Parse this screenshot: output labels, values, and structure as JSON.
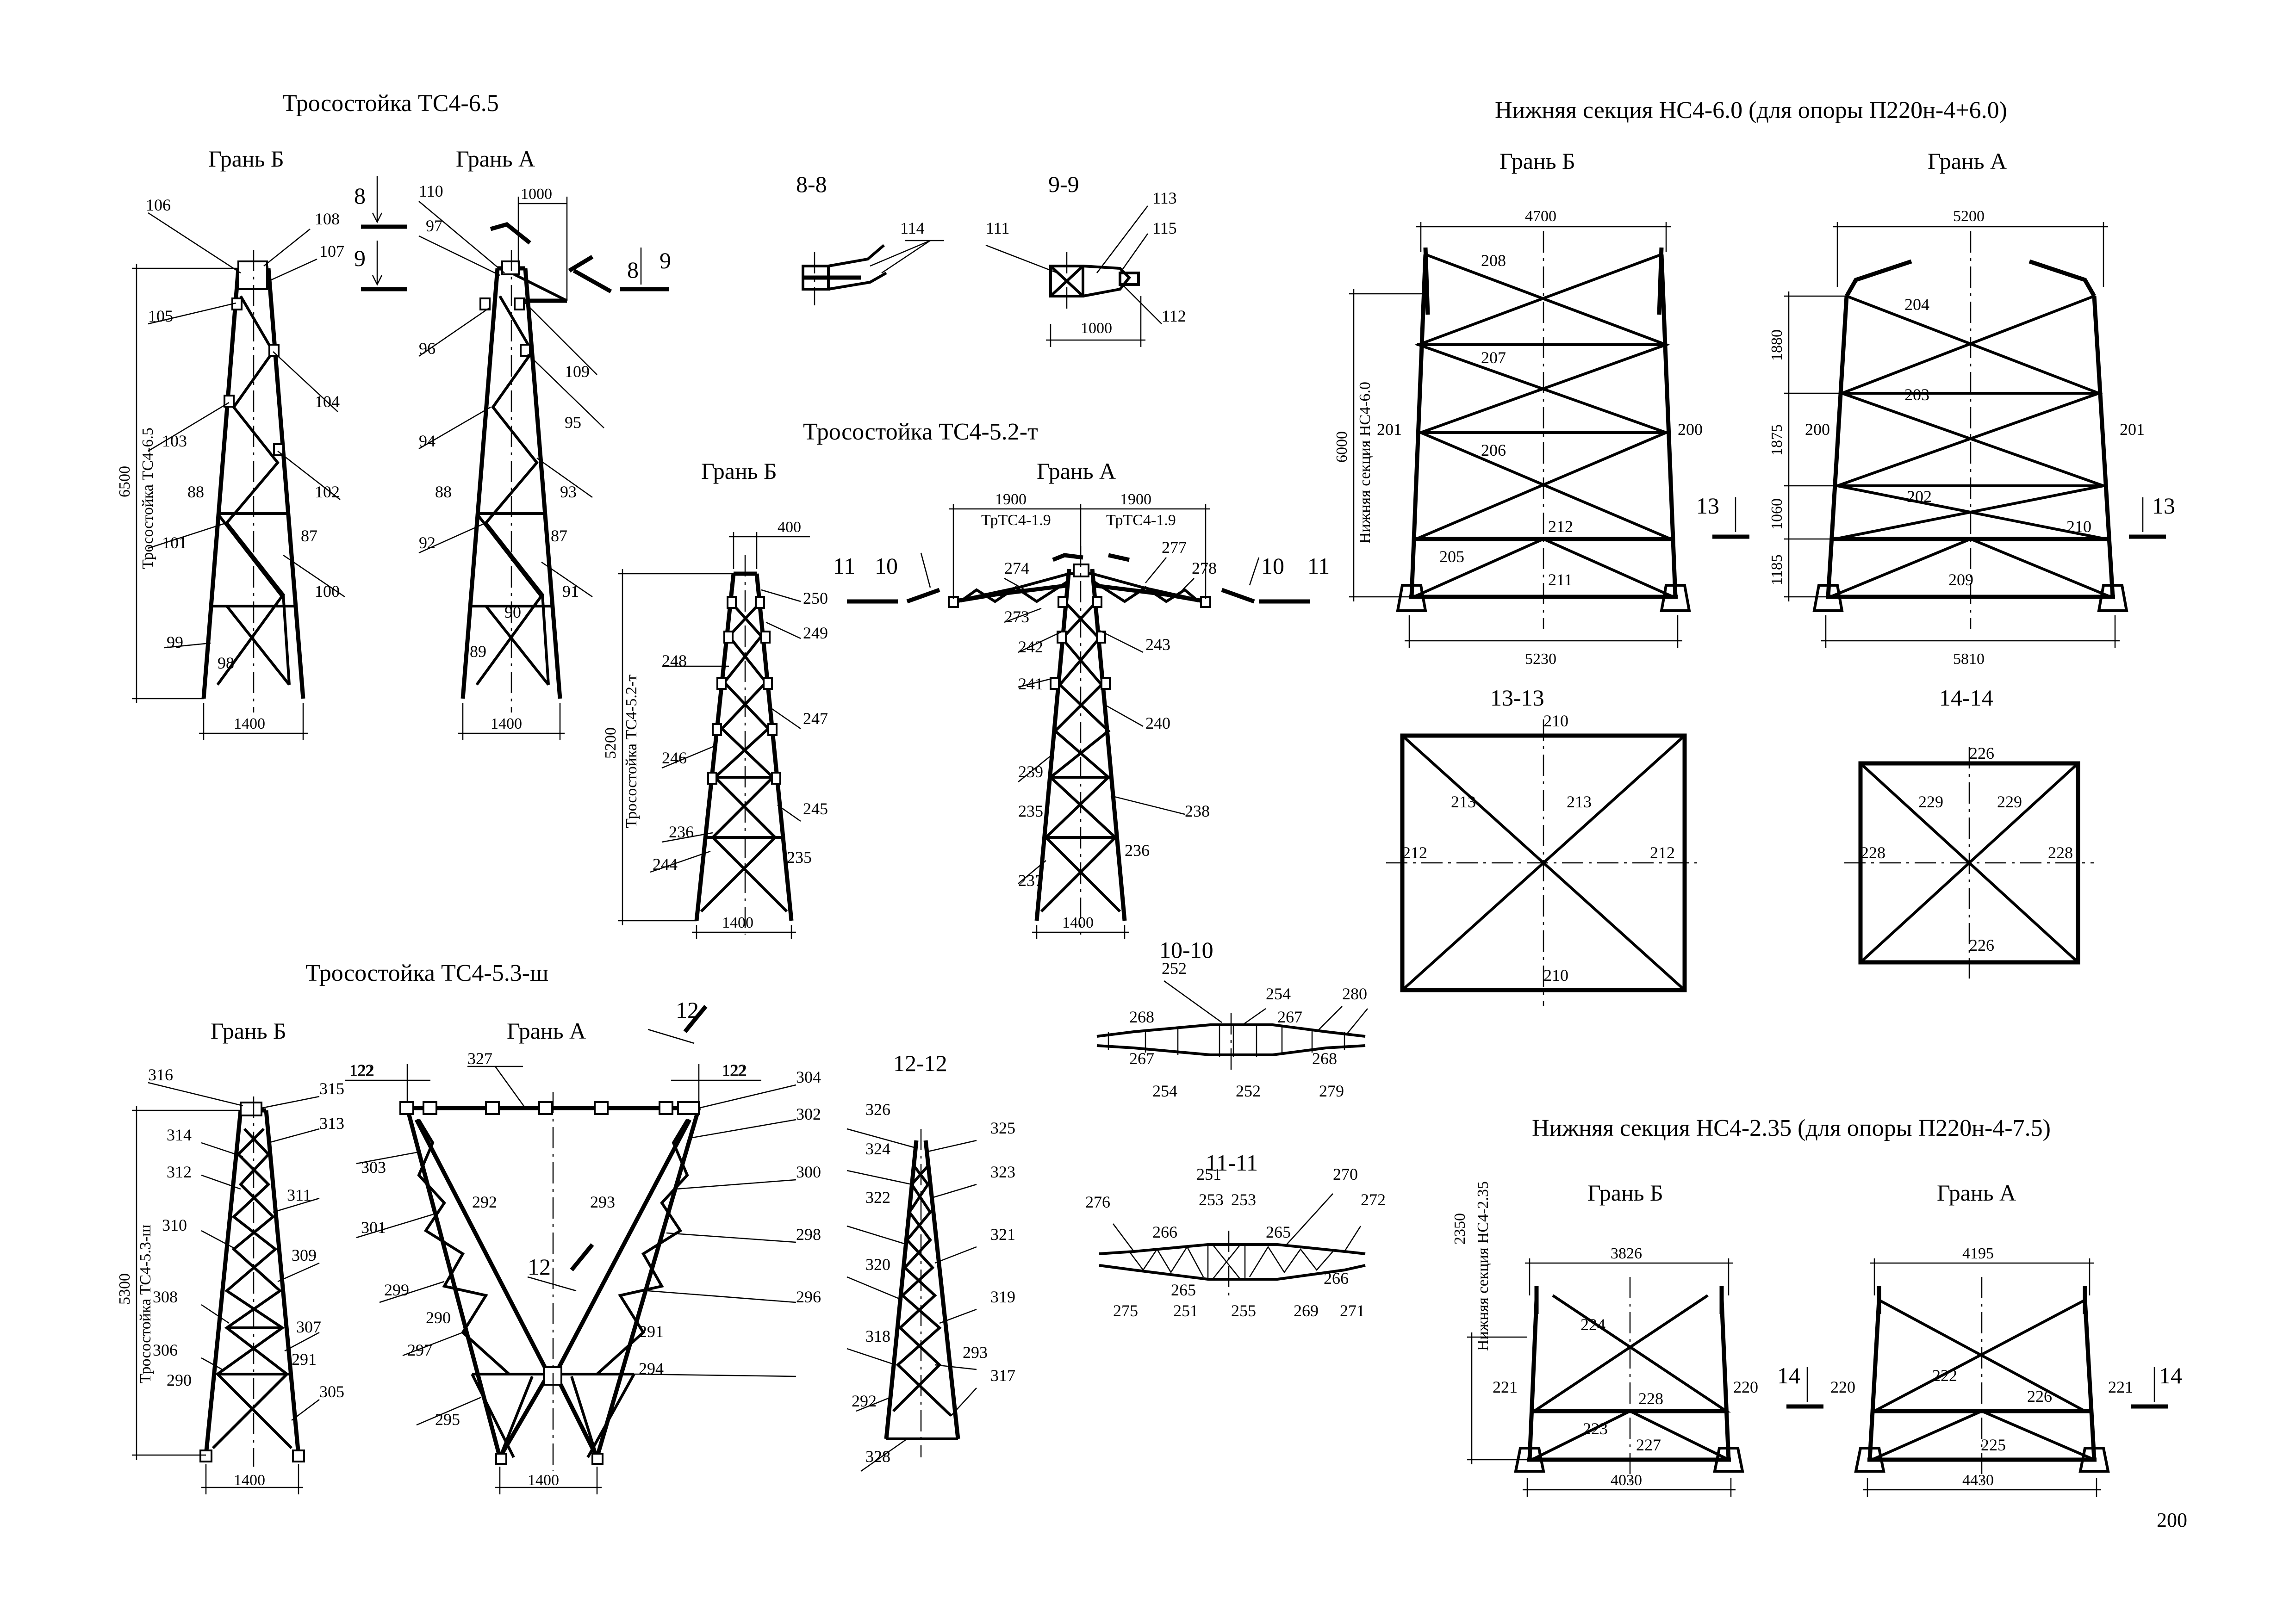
{
  "titles": {
    "tc4_65": "Тросостойка ТС4-6.5",
    "tc4_52": "Тросостойка ТС4-5.2-т",
    "tc4_53": "Тросостойка ТС4-5.3-ш",
    "ns4_60": "Нижняя секция НС4-6.0 (для опоры П220н-4+6.0)",
    "ns4_235": "Нижняя секция НС4-2.35 (для опоры П220н-4-7.5)"
  },
  "faces": {
    "b": "Грань Б",
    "a": "Грань А"
  },
  "sections": {
    "s88": "8-8",
    "s99": "9-9",
    "s1010": "10-10",
    "s1111": "11-11",
    "s1212": "12-12",
    "s1313": "13-13",
    "s1414": "14-14"
  },
  "cut_marks": [
    "8",
    "9",
    "10",
    "11",
    "12",
    "13",
    "14"
  ],
  "vertical_labels": {
    "tc4_65": "Тросостойка ТС4-6.5",
    "tc4_52": "Тросостойка ТС4-5.2-т",
    "tc4_53": "Тросостойка ТС4-5.3-ш",
    "ns4_60": "Нижняя секция НС4-6.0",
    "ns4_235": "Нижняя секция НС4-2.35"
  },
  "sub_labels": {
    "trtc_left": "ТрТС4-1.9",
    "trtc_right": "ТрТС4-1.9"
  },
  "dimensions": {
    "h6500": "6500",
    "w1400": "1400",
    "w1000": "1000",
    "h5200": "5200",
    "w400": "400",
    "w1900": "1900",
    "h5300": "5300",
    "w122": "122",
    "w4700": "4700",
    "w5230": "5230",
    "h6000": "6000",
    "w5200": "5200",
    "w5810": "5810",
    "h1880": "1880",
    "h1875": "1875",
    "h1060": "1060",
    "h1185": "1185",
    "w3826": "3826",
    "w4030": "4030",
    "h2350": "2350",
    "w4195": "4195",
    "w4430": "4430"
  },
  "page_number": "200"
}
